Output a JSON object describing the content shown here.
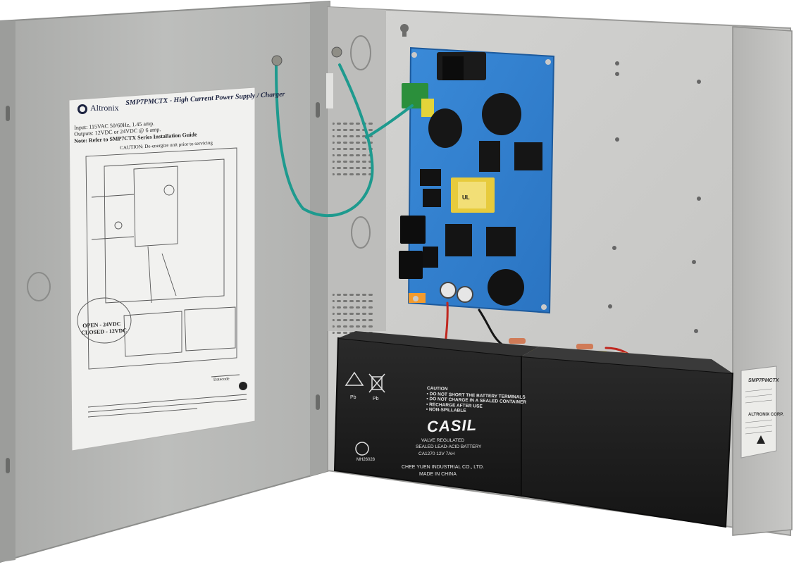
{
  "door_label": {
    "brand": "Altronix",
    "title": "SMP7PMCTX - High Current Power Supply / Charger",
    "input": "Input: 115VAC 50/60Hz, 1.45 amp.",
    "outputs": "Outputs: 12VDC or 24VDC @ 6 amp.",
    "note": "Note: Refer to SMP7CTX Series Installation Guide",
    "caution": "CAUTION: De-energize unit prior to servicing",
    "jumper_open": "OPEN - 24VDC",
    "jumper_closed": "CLOSED - 12VDC",
    "date_code": "Datecode"
  },
  "battery": {
    "caution_lines": [
      "CAUTION",
      "• DO NOT SHORT THE BATTERY TERMINALS",
      "• DO NOT CHARGE IN A SEALED CONTAINER",
      "• RECHARGE AFTER USE",
      "• NON-SPILLABLE"
    ],
    "brand": "CASIL",
    "type_line1": "VALVE REGULATED",
    "type_line2": "SEALED LEAD-ACID BATTERY",
    "model_line": "CA1270    12V    7AH",
    "maker": "CHEE YUEN INDUSTRIAL CO., LTD.",
    "made_in": "MADE IN CHINA",
    "code": "MH26028",
    "pb_left": "Pb",
    "pb_right": "Pb"
  },
  "side_label": {
    "model": "SMP7PMCTX",
    "brand": "ALTRONIX CORP."
  },
  "pcb": {
    "ul_mark": "UL"
  },
  "colors": {
    "enclosure": "#c9c9c7",
    "door": "#b6b7b5",
    "pcb": "#2f7fd0",
    "battery": "#1e1e1e",
    "ground_wire": "#1e9a8e"
  }
}
